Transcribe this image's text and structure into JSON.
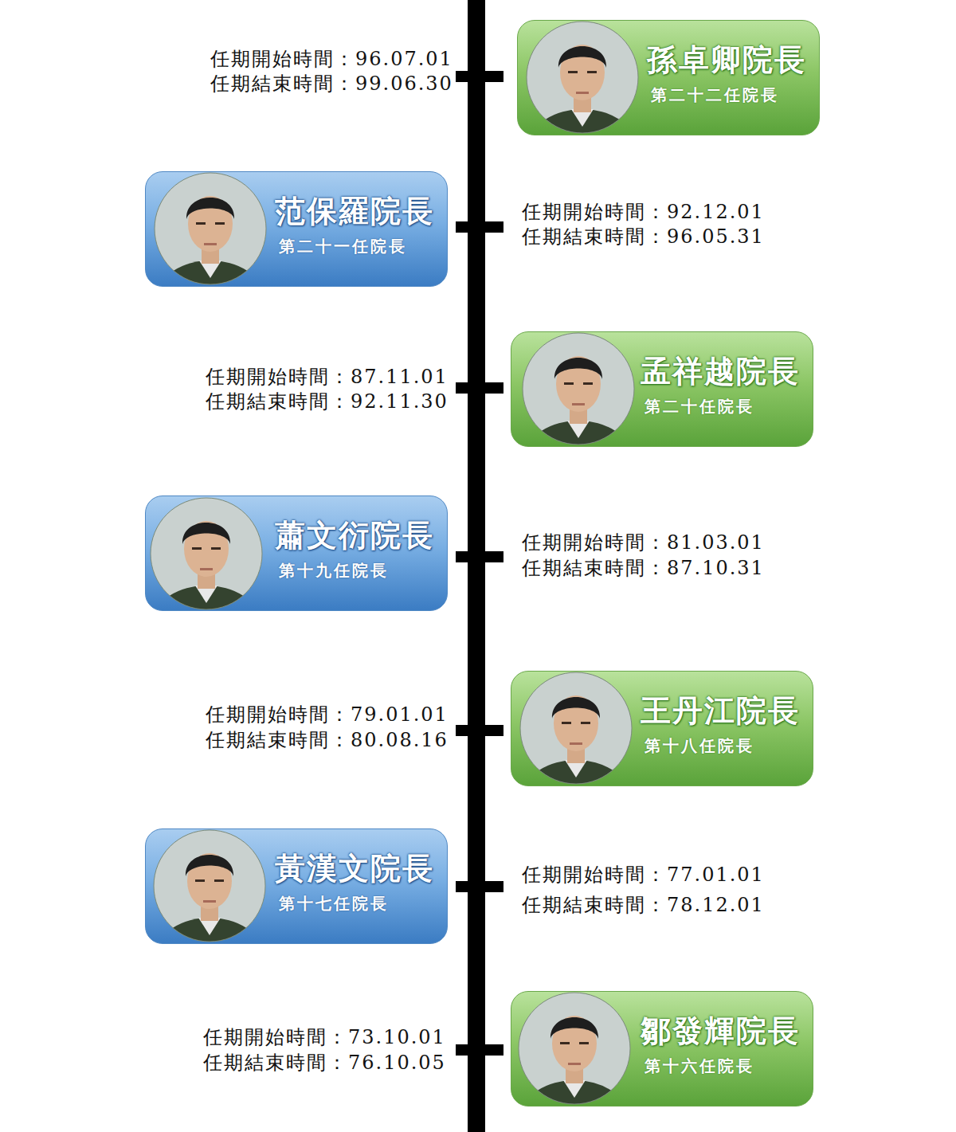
{
  "diagram": {
    "nodes": [
      {
        "text": [
          "孫卓卿院長",
          "第二十二任院長"
        ]
      },
      {
        "text": [
          "范保羅院長",
          "第二十一任院長"
        ]
      },
      {
        "text": [
          "孟祥越院長",
          "第二十任院長"
        ]
      },
      {
        "text": [
          "蕭文衍院長",
          "第十九任院長"
        ]
      },
      {
        "text": [
          "王丹江院長",
          "第十八任院長"
        ]
      },
      {
        "text": [
          "黃漢文院長",
          "第十七任院長"
        ]
      },
      {
        "text": [
          "鄒發輝院長",
          "第十六任院長"
        ]
      }
    ],
    "labels": [
      "任期開始時間：96.07.01",
      "任期結束時間：99.06.30",
      "任期開始時間：92.12.01",
      "任期結束時間：96.05.31",
      "任期開始時間：87.11.01",
      "任期結束時間：92.11.30",
      "任期開始時間：81.03.01",
      "任期結束時間：87.10.31",
      "任期開始時間：79.01.01",
      "任期結束時間：80.08.16",
      "任期開始時間：77.01.01",
      "任期結束時間：78.12.01",
      "任期開始時間：73.10.01",
      "任期結束時間：76.10.05"
    ]
  }
}
